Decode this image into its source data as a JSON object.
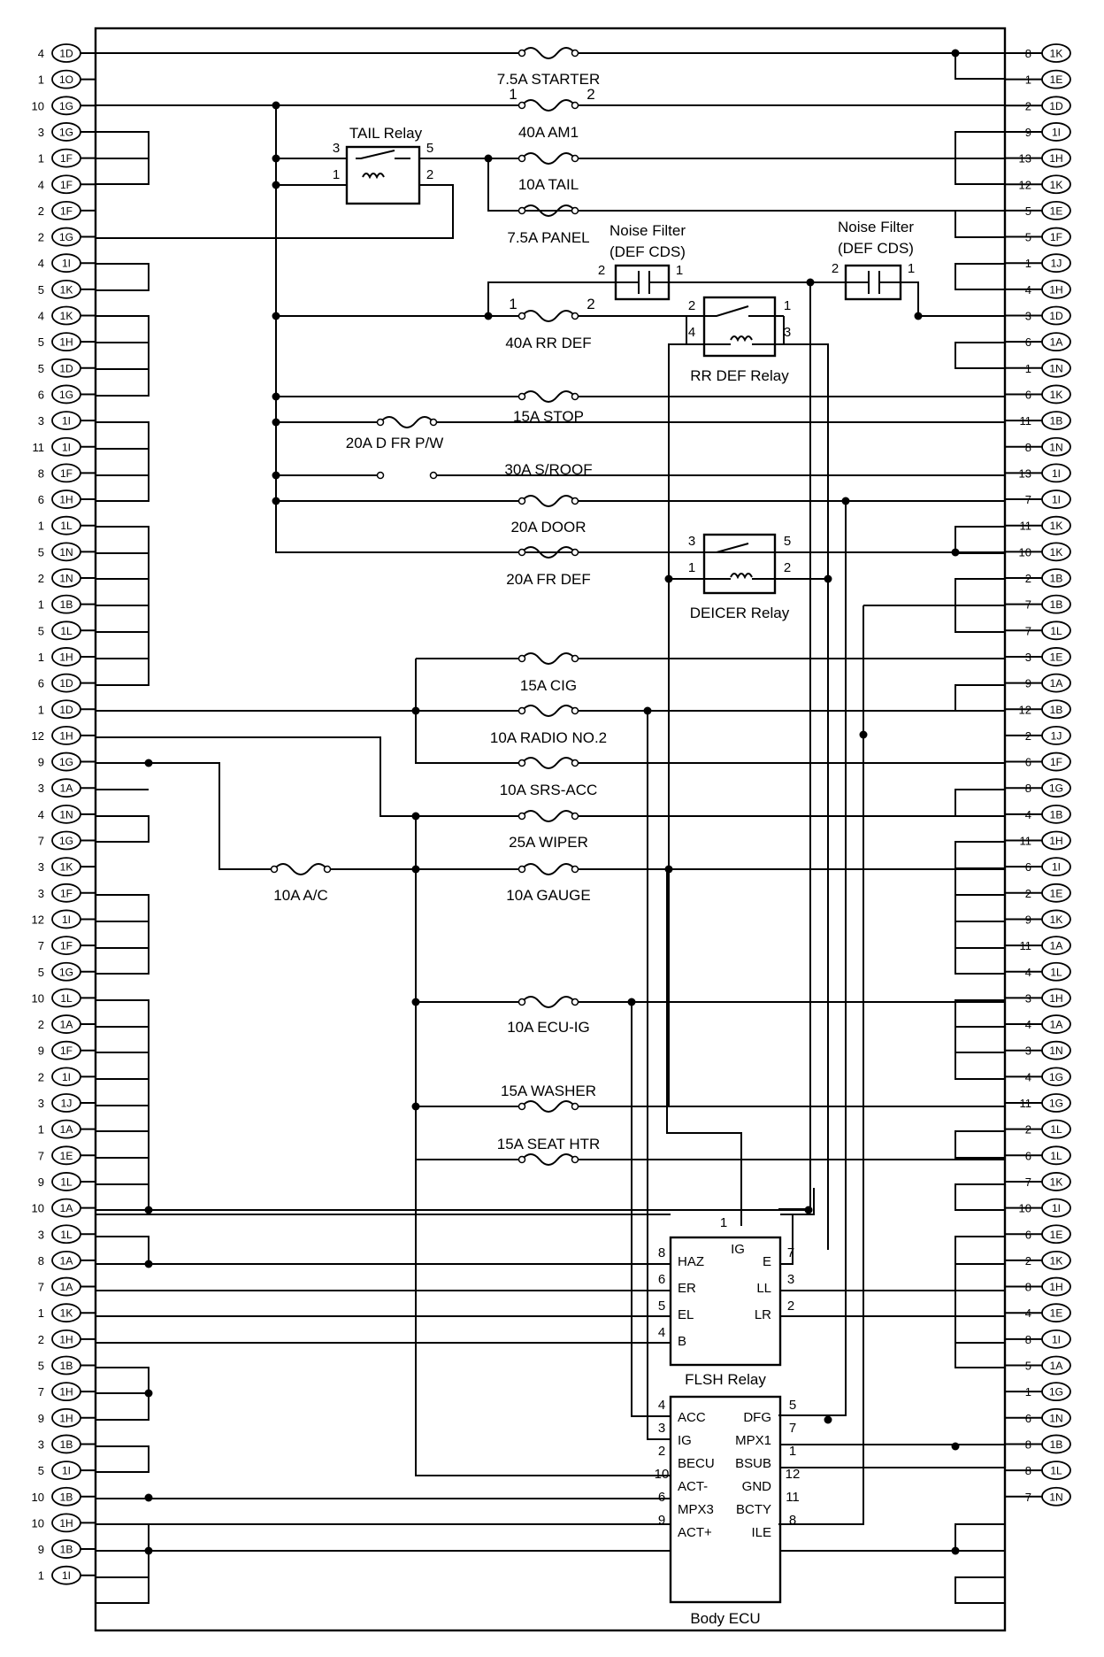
{
  "left_connectors": [
    {
      "num": "4",
      "id": "1D"
    },
    {
      "num": "1",
      "id": "1O"
    },
    {
      "num": "10",
      "id": "1G"
    },
    {
      "num": "3",
      "id": "1G"
    },
    {
      "num": "1",
      "id": "1F"
    },
    {
      "num": "4",
      "id": "1F"
    },
    {
      "num": "2",
      "id": "1F"
    },
    {
      "num": "2",
      "id": "1G"
    },
    {
      "num": "4",
      "id": "1I"
    },
    {
      "num": "5",
      "id": "1K"
    },
    {
      "num": "4",
      "id": "1K"
    },
    {
      "num": "5",
      "id": "1H"
    },
    {
      "num": "5",
      "id": "1D"
    },
    {
      "num": "6",
      "id": "1G"
    },
    {
      "num": "3",
      "id": "1I"
    },
    {
      "num": "11",
      "id": "1I"
    },
    {
      "num": "8",
      "id": "1F"
    },
    {
      "num": "6",
      "id": "1H"
    },
    {
      "num": "1",
      "id": "1L"
    },
    {
      "num": "5",
      "id": "1N"
    },
    {
      "num": "2",
      "id": "1N"
    },
    {
      "num": "1",
      "id": "1B"
    },
    {
      "num": "5",
      "id": "1L"
    },
    {
      "num": "1",
      "id": "1H"
    },
    {
      "num": "6",
      "id": "1D"
    },
    {
      "num": "1",
      "id": "1D"
    },
    {
      "num": "12",
      "id": "1H"
    },
    {
      "num": "9",
      "id": "1G"
    },
    {
      "num": "3",
      "id": "1A"
    },
    {
      "num": "4",
      "id": "1N"
    },
    {
      "num": "7",
      "id": "1G"
    },
    {
      "num": "3",
      "id": "1K"
    },
    {
      "num": "3",
      "id": "1F"
    },
    {
      "num": "12",
      "id": "1I"
    },
    {
      "num": "7",
      "id": "1F"
    },
    {
      "num": "5",
      "id": "1G"
    },
    {
      "num": "10",
      "id": "1L"
    },
    {
      "num": "2",
      "id": "1A"
    },
    {
      "num": "9",
      "id": "1F"
    },
    {
      "num": "2",
      "id": "1I"
    },
    {
      "num": "3",
      "id": "1J"
    },
    {
      "num": "1",
      "id": "1A"
    },
    {
      "num": "7",
      "id": "1E"
    },
    {
      "num": "9",
      "id": "1L"
    },
    {
      "num": "10",
      "id": "1A"
    },
    {
      "num": "3",
      "id": "1L"
    },
    {
      "num": "8",
      "id": "1A"
    },
    {
      "num": "7",
      "id": "1A"
    },
    {
      "num": "1",
      "id": "1K"
    },
    {
      "num": "2",
      "id": "1H"
    },
    {
      "num": "5",
      "id": "1B"
    },
    {
      "num": "7",
      "id": "1H"
    },
    {
      "num": "9",
      "id": "1H"
    },
    {
      "num": "3",
      "id": "1B"
    },
    {
      "num": "5",
      "id": "1I"
    },
    {
      "num": "10",
      "id": "1B"
    },
    {
      "num": "10",
      "id": "1H"
    },
    {
      "num": "9",
      "id": "1B"
    },
    {
      "num": "1",
      "id": "1I"
    }
  ],
  "right_connectors": [
    {
      "num": "8",
      "id": "1K"
    },
    {
      "num": "1",
      "id": "1E"
    },
    {
      "num": "2",
      "id": "1D"
    },
    {
      "num": "9",
      "id": "1I"
    },
    {
      "num": "13",
      "id": "1H"
    },
    {
      "num": "12",
      "id": "1K"
    },
    {
      "num": "5",
      "id": "1E"
    },
    {
      "num": "5",
      "id": "1F"
    },
    {
      "num": "1",
      "id": "1J"
    },
    {
      "num": "4",
      "id": "1H"
    },
    {
      "num": "3",
      "id": "1D"
    },
    {
      "num": "6",
      "id": "1A"
    },
    {
      "num": "1",
      "id": "1N"
    },
    {
      "num": "6",
      "id": "1K"
    },
    {
      "num": "11",
      "id": "1B"
    },
    {
      "num": "8",
      "id": "1N"
    },
    {
      "num": "13",
      "id": "1I"
    },
    {
      "num": "7",
      "id": "1I"
    },
    {
      "num": "11",
      "id": "1K"
    },
    {
      "num": "10",
      "id": "1K"
    },
    {
      "num": "2",
      "id": "1B"
    },
    {
      "num": "7",
      "id": "1B"
    },
    {
      "num": "7",
      "id": "1L"
    },
    {
      "num": "3",
      "id": "1E"
    },
    {
      "num": "9",
      "id": "1A"
    },
    {
      "num": "12",
      "id": "1B"
    },
    {
      "num": "2",
      "id": "1J"
    },
    {
      "num": "6",
      "id": "1F"
    },
    {
      "num": "8",
      "id": "1G"
    },
    {
      "num": "4",
      "id": "1B"
    },
    {
      "num": "11",
      "id": "1H"
    },
    {
      "num": "6",
      "id": "1I"
    },
    {
      "num": "2",
      "id": "1E"
    },
    {
      "num": "9",
      "id": "1K"
    },
    {
      "num": "11",
      "id": "1A"
    },
    {
      "num": "4",
      "id": "1L"
    },
    {
      "num": "3",
      "id": "1H"
    },
    {
      "num": "4",
      "id": "1A"
    },
    {
      "num": "3",
      "id": "1N"
    },
    {
      "num": "4",
      "id": "1G"
    },
    {
      "num": "11",
      "id": "1G"
    },
    {
      "num": "2",
      "id": "1L"
    },
    {
      "num": "6",
      "id": "1L"
    },
    {
      "num": "7",
      "id": "1K"
    },
    {
      "num": "10",
      "id": "1I"
    },
    {
      "num": "6",
      "id": "1E"
    },
    {
      "num": "2",
      "id": "1K"
    },
    {
      "num": "8",
      "id": "1H"
    },
    {
      "num": "4",
      "id": "1E"
    },
    {
      "num": "8",
      "id": "1I"
    },
    {
      "num": "5",
      "id": "1A"
    },
    {
      "num": "1",
      "id": "1G"
    },
    {
      "num": "6",
      "id": "1N"
    },
    {
      "num": "8",
      "id": "1B"
    },
    {
      "num": "8",
      "id": "1L"
    },
    {
      "num": "7",
      "id": "1N"
    }
  ],
  "fuses": [
    "7.5A STARTER",
    "40A AM1",
    "10A TAIL",
    "7.5A PANEL",
    "40A RR DEF",
    "15A STOP",
    "20A D FR P/W",
    "30A S/ROOF",
    "20A DOOR",
    "20A FR DEF",
    "15A CIG",
    "10A RADIO NO.2",
    "10A SRS-ACC",
    "25A WIPER",
    "10A A/C",
    "10A GAUGE",
    "10A ECU-IG",
    "15A WASHER",
    "15A SEAT HTR"
  ],
  "fuse_pins": {
    "am1_1": "1",
    "am1_2": "2",
    "rrdef_1": "1",
    "rrdef_2": "2"
  },
  "tail_relay": {
    "name": "TAIL Relay",
    "pins": [
      "3",
      "5",
      "1",
      "2"
    ]
  },
  "rr_def_relay": {
    "name": "RR DEF Relay",
    "pins": [
      "2",
      "1",
      "4",
      "3"
    ]
  },
  "deicer_relay": {
    "name": "DEICER Relay",
    "pins": [
      "3",
      "5",
      "1",
      "2"
    ]
  },
  "noise_filter_1": {
    "name": "Noise Filter",
    "sub": "(DEF CDS)",
    "pins": [
      "2",
      "1"
    ]
  },
  "noise_filter_2": {
    "name": "Noise Filter",
    "sub": "(DEF CDS)",
    "pins": [
      "2",
      "1"
    ]
  },
  "flsh_relay": {
    "name": "FLSH Relay",
    "left": [
      {
        "pin": "8",
        "name": "HAZ"
      },
      {
        "pin": "6",
        "name": "ER"
      },
      {
        "pin": "5",
        "name": "EL"
      },
      {
        "pin": "4",
        "name": "B"
      }
    ],
    "top": {
      "pin": "1",
      "name": "IG"
    },
    "right": [
      {
        "pin": "7",
        "name": "E"
      },
      {
        "pin": "3",
        "name": "LL"
      },
      {
        "pin": "2",
        "name": "LR"
      }
    ]
  },
  "body_ecu": {
    "name": "Body ECU",
    "left": [
      {
        "pin": "4",
        "name": "ACC"
      },
      {
        "pin": "3",
        "name": "IG"
      },
      {
        "pin": "2",
        "name": "BECU"
      },
      {
        "pin": "10",
        "name": "ACT-"
      },
      {
        "pin": "6",
        "name": "MPX3"
      },
      {
        "pin": "9",
        "name": "ACT+"
      }
    ],
    "right": [
      {
        "pin": "5",
        "name": "DFG"
      },
      {
        "pin": "7",
        "name": "MPX1"
      },
      {
        "pin": "1",
        "name": "BSUB"
      },
      {
        "pin": "12",
        "name": "GND"
      },
      {
        "pin": "11",
        "name": "BCTY"
      },
      {
        "pin": "8",
        "name": "ILE"
      }
    ]
  }
}
